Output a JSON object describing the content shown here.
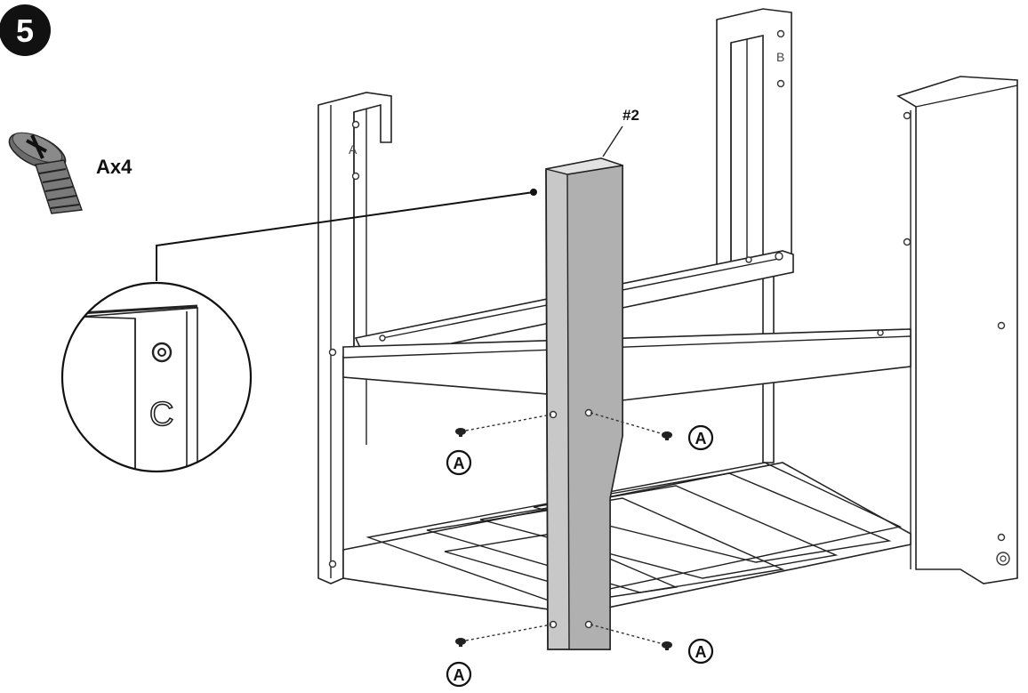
{
  "step": {
    "number": "5"
  },
  "hardware": {
    "part_letter": "A",
    "quantity_label": "Ax4",
    "icon": "machine-screw-icon"
  },
  "part_callout": {
    "label": "#2"
  },
  "frame_letters": {
    "left_panel": "A",
    "back_panel": "B",
    "detail_mark": "C"
  },
  "screw_callouts": [
    "A",
    "A",
    "A",
    "A"
  ],
  "colors": {
    "leg": "#c8c8c8",
    "leg_shade": "#b0b0b0",
    "line": "#222222"
  }
}
